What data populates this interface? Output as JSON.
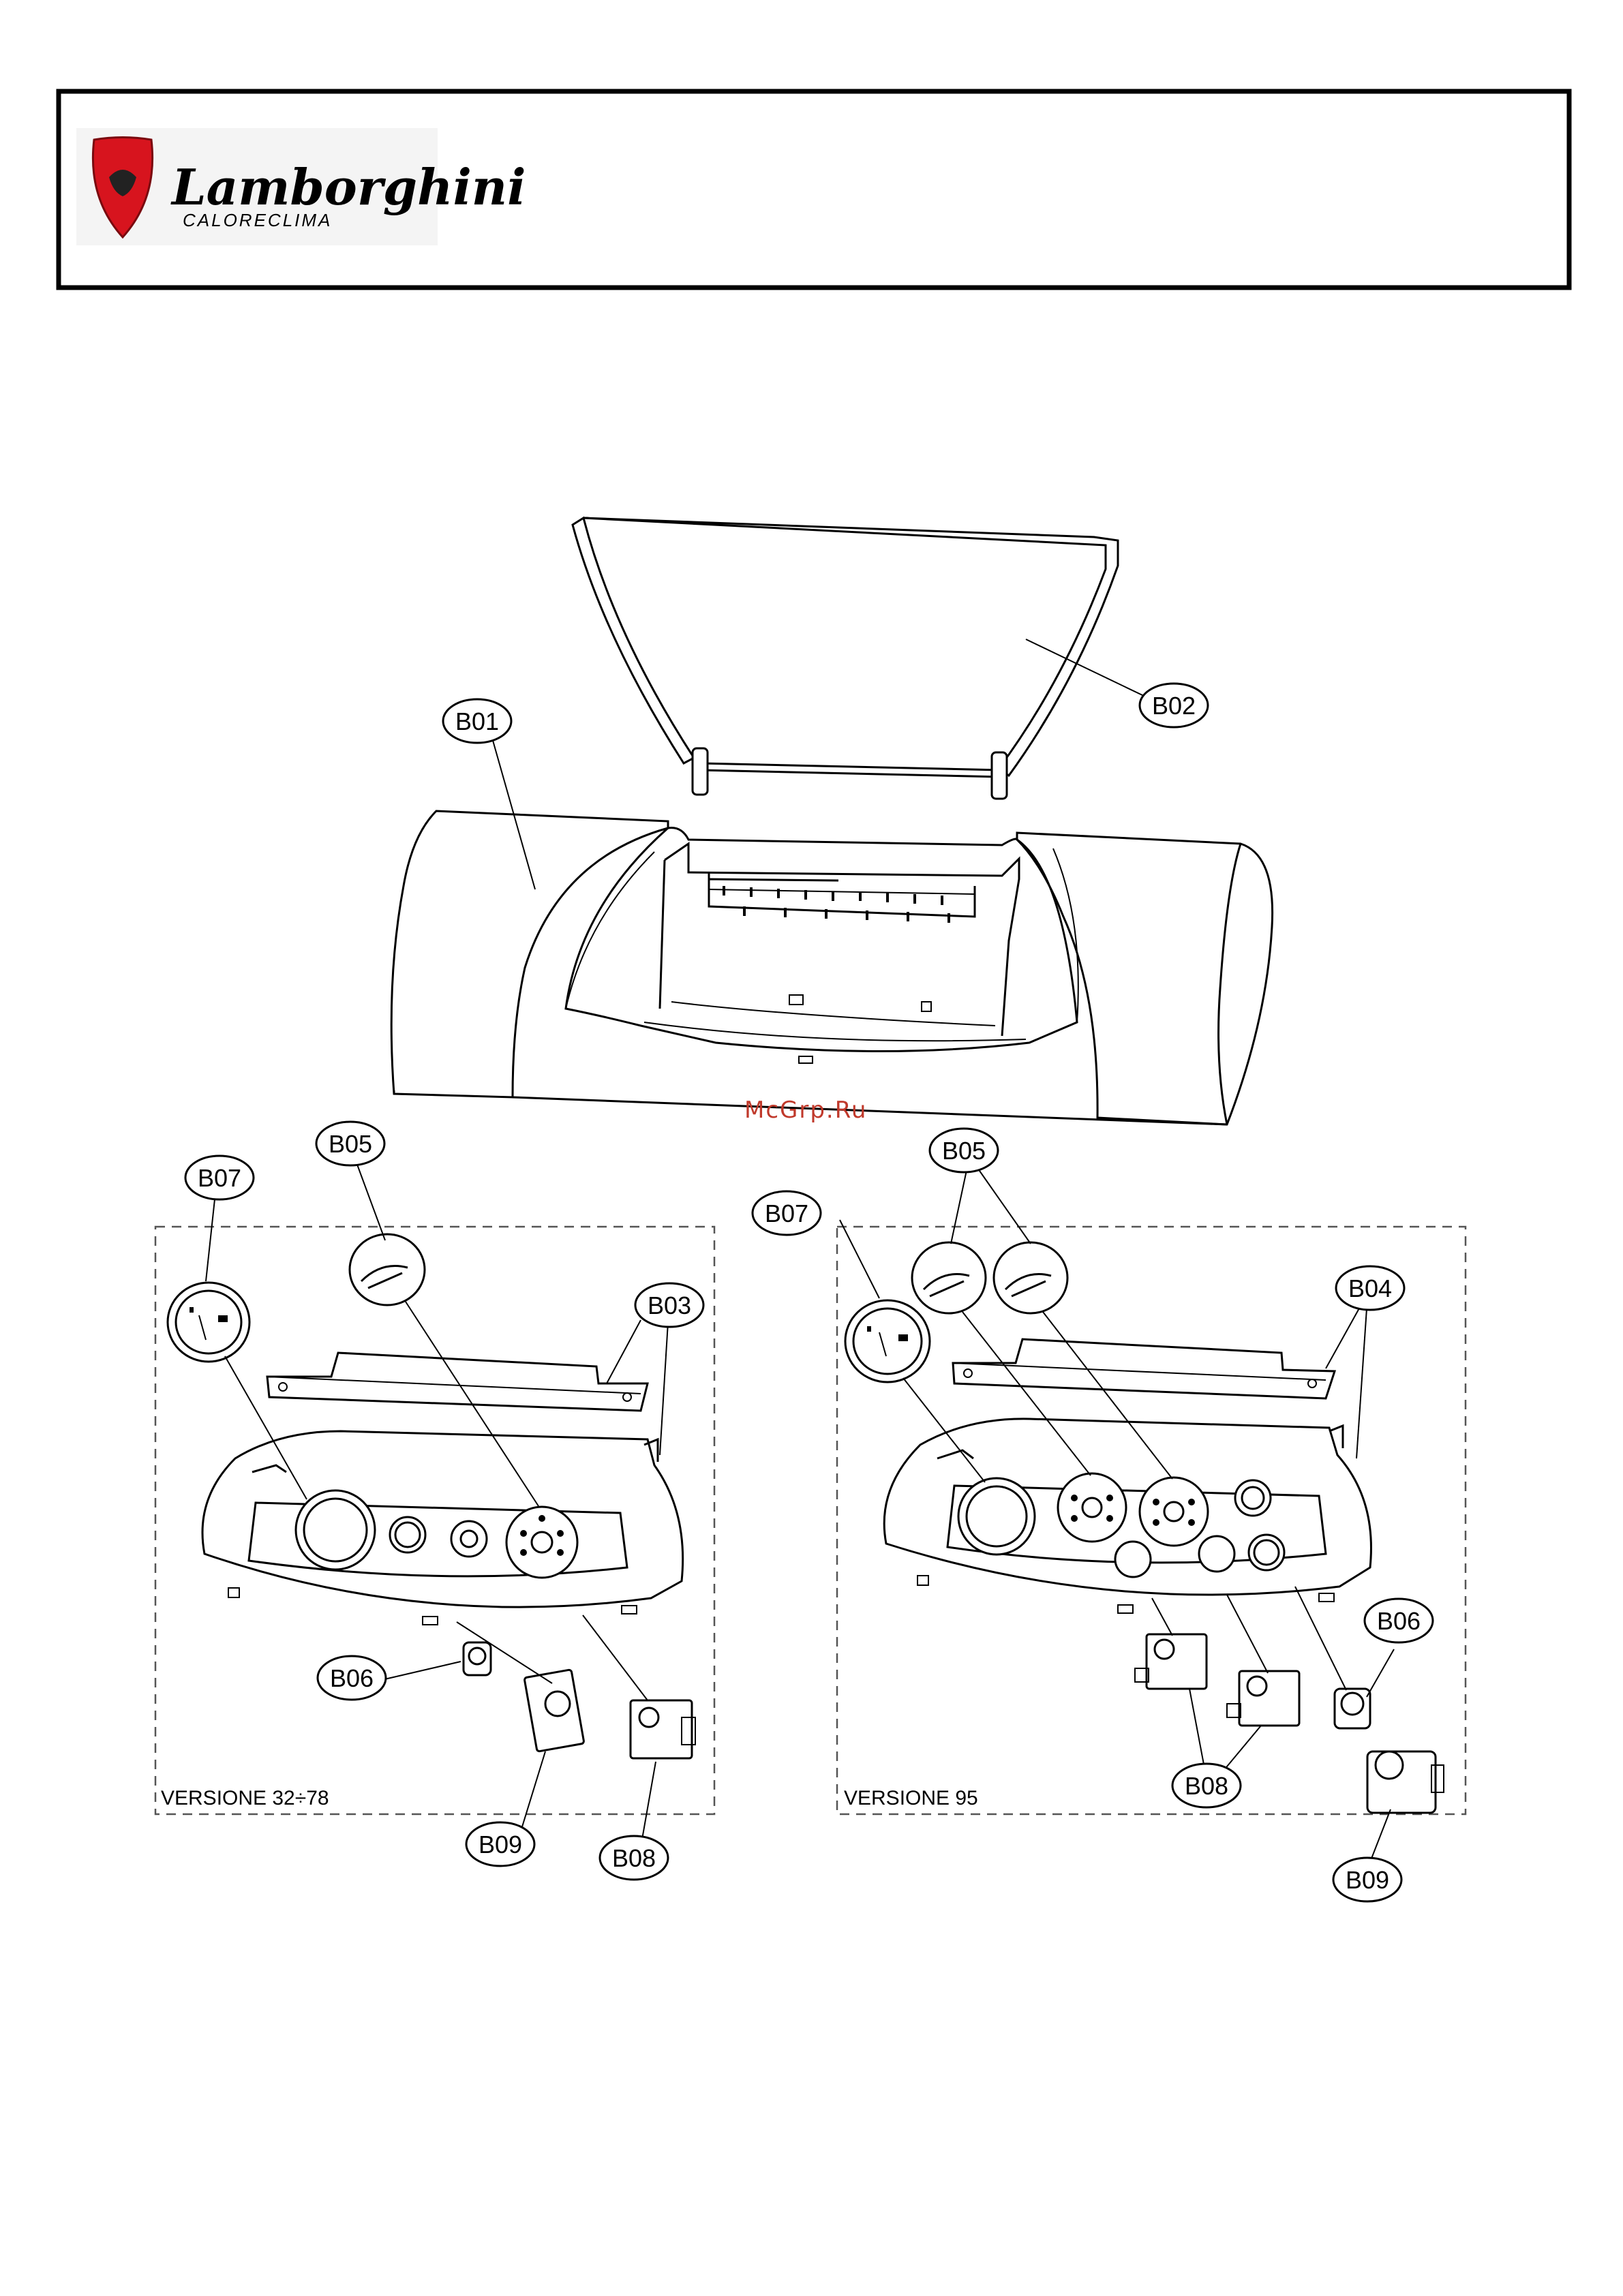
{
  "header": {
    "brand_name": "Lamborghini",
    "brand_sub": "CALORECLIMA"
  },
  "watermark": {
    "text": "McGrp.Ru",
    "color": "#c0392b"
  },
  "colors": {
    "logo_red": "#d7141e",
    "line": "#000000"
  },
  "icons": {
    "logo": "bull-shield-icon"
  },
  "callouts": {
    "b01": "B01",
    "b02": "B02",
    "b03": "B03",
    "b04": "B04",
    "b05": "B05",
    "b06": "B06",
    "b07": "B07",
    "b08": "B08",
    "b09": "B09"
  },
  "versions": {
    "left": "VERSIONE 32÷78",
    "right": "VERSIONE 95"
  }
}
